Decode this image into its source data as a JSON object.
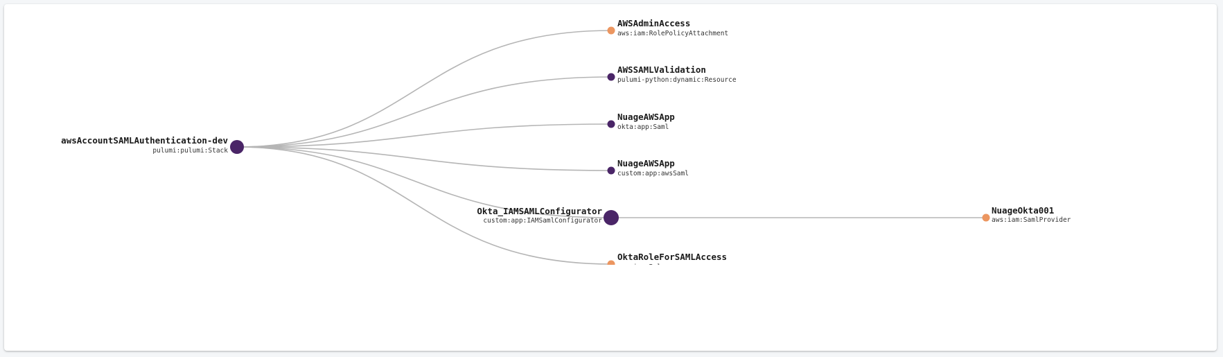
{
  "colors": {
    "stack": "#4a2567",
    "custom": "#4a2567",
    "aws": "#ec9660",
    "edge": "#b5b5b5"
  },
  "root": {
    "name": "awsAccountSAMLAuthentication-dev",
    "type": "pulumi:pulumi:Stack"
  },
  "children": [
    {
      "name": "AWSAdminAccess",
      "type": "aws:iam:RolePolicyAttachment"
    },
    {
      "name": "AWSSAMLValidation",
      "type": "pulumi-python:dynamic:Resource"
    },
    {
      "name": "NuageAWSApp",
      "type": "okta:app:Saml"
    },
    {
      "name": "NuageAWSApp",
      "type": "custom:app:awsSaml"
    },
    {
      "name": "Okta_IAMSAMLConfigurator",
      "type": "custom:app:IAMSamlConfigurator"
    },
    {
      "name": "OktaRoleForSAMLAccess",
      "type": "aws:iam:Role"
    }
  ],
  "grandchildren": [
    {
      "name": "NuageOkta001",
      "type": "aws:iam:SamlProvider"
    }
  ]
}
